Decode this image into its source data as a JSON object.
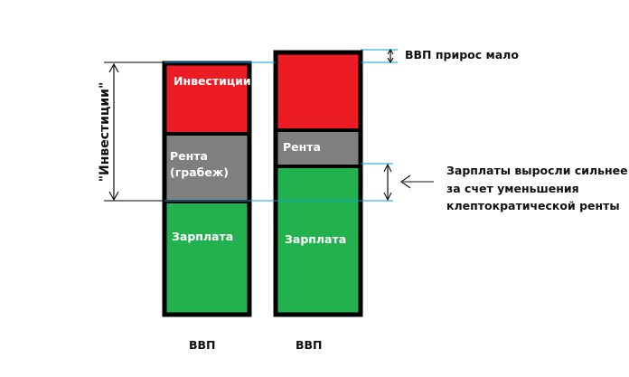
{
  "colors": {
    "investment": "#ed1c24",
    "rent": "#7f7f7f",
    "wages": "#22b14c",
    "border": "#000000",
    "guide_line": "#00a2e8",
    "text_dark": "#111111",
    "text_light": "#ffffff"
  },
  "left_column": {
    "investment_label": "Инвестиции",
    "rent_label_line1": "Рента",
    "rent_label_line2": "(грабеж)",
    "wages_label": "Зарплата",
    "caption": "ВВП"
  },
  "right_column": {
    "rent_label": "Рента",
    "wages_label": "Зарплата",
    "caption": "ВВП"
  },
  "annotations": {
    "investment_bracket_label": "\"Инвестиции\"",
    "gdp_growth_note": "ВВП прирос мало",
    "wages_note_line1": "Зарплаты выросли сильнее",
    "wages_note_line2": "за счет уменьшения",
    "wages_note_line3": "клептократической ренты"
  }
}
